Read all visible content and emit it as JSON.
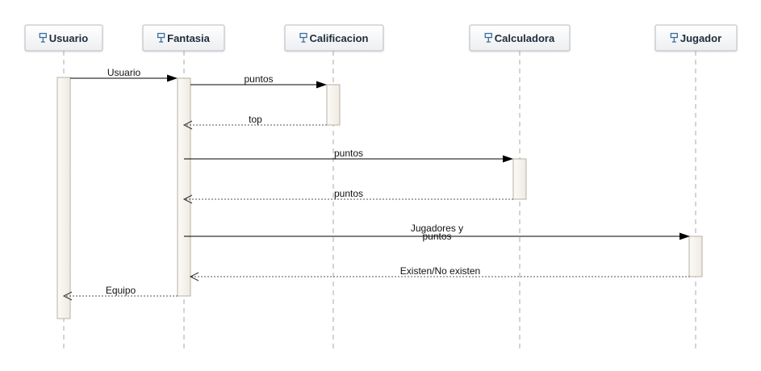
{
  "diagram": {
    "type": "sequence",
    "colors": {
      "header_border": "#b9bcc2",
      "header_fill_top": "#ffffff",
      "header_fill_bottom": "#eceef1",
      "lifeline": "#a8a8a8",
      "activation_fill": "#f7f4ee",
      "activation_stroke": "#b7b2a6",
      "arrow": "#000000",
      "icon": "#3c6e9c"
    },
    "participants": [
      {
        "id": "usuario",
        "label": "Usuario",
        "icon": "component-icon"
      },
      {
        "id": "fantasia",
        "label": "Fantasia",
        "icon": "component-icon"
      },
      {
        "id": "calificacion",
        "label": "Calificacion",
        "icon": "component-icon"
      },
      {
        "id": "calculadora",
        "label": "Calculadora",
        "icon": "component-icon"
      },
      {
        "id": "jugador",
        "label": "Jugador",
        "icon": "component-icon"
      }
    ],
    "messages": [
      {
        "from": "usuario",
        "to": "fantasia",
        "kind": "call",
        "lines": [
          "Usuario"
        ]
      },
      {
        "from": "fantasia",
        "to": "calificacion",
        "kind": "call",
        "lines": [
          "puntos"
        ]
      },
      {
        "from": "calificacion",
        "to": "fantasia",
        "kind": "return",
        "lines": [
          "top"
        ]
      },
      {
        "from": "fantasia",
        "to": "calculadora",
        "kind": "call",
        "lines": [
          "puntos"
        ]
      },
      {
        "from": "calculadora",
        "to": "fantasia",
        "kind": "return",
        "lines": [
          "puntos"
        ]
      },
      {
        "from": "fantasia",
        "to": "jugador",
        "kind": "call",
        "lines": [
          "Jugadores y",
          "puntos"
        ]
      },
      {
        "from": "jugador",
        "to": "fantasia",
        "kind": "return",
        "lines": [
          "Existen/No existen"
        ]
      },
      {
        "from": "fantasia",
        "to": "usuario",
        "kind": "return",
        "lines": [
          "Equipo"
        ]
      }
    ]
  }
}
